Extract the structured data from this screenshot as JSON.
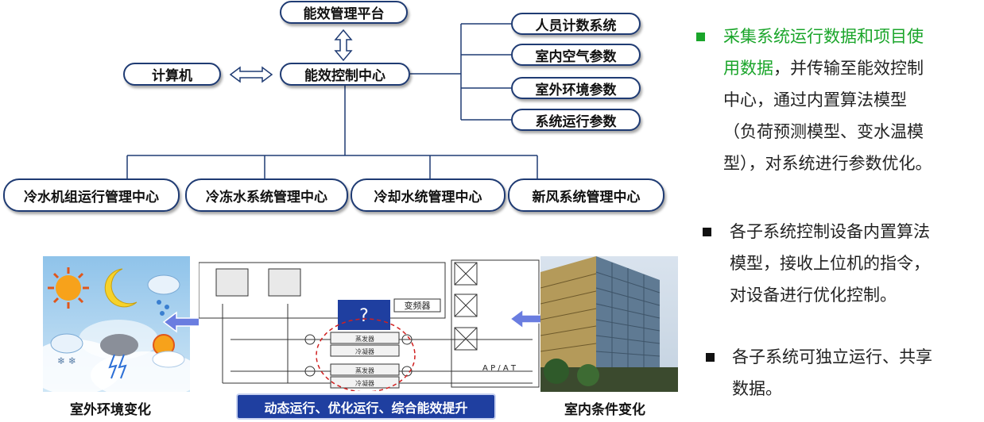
{
  "top_node": "能效管理平台",
  "center_node": "能效控制中心",
  "computer_node": "计算机",
  "inputs": [
    "人员计数系统",
    "室内空气参数",
    "室外环境参数",
    "系统运行参数"
  ],
  "sub_centers": [
    "冷水机组运行管理中心",
    "冷冻水系统管理中心",
    "冷却水统管理中心",
    "新风系统管理中心"
  ],
  "left_caption": "室外环境变化",
  "right_caption": "室内条件变化",
  "banner": "动态运行、优化运行、综合能效提升",
  "schematic": {
    "question": "?",
    "label_box": "变频器",
    "ap_label": "A P / A T",
    "unit_labels": [
      "蒸发器",
      "冷凝器",
      "蒸发器",
      "冷凝器"
    ]
  },
  "bullets": [
    {
      "highlight": "采集系统运行数据和项目使",
      "highlight2": "用数据",
      "rest1": "，并传输至能效控制",
      "lines": [
        "中心，通过内置算法模型",
        "（负荷预测模型、变水温模",
        "型），对系统进行参数优化。"
      ]
    },
    {
      "lines": [
        "各子系统控制设备内置算法",
        "模型，接收上位机的指令，",
        "对设备进行优化控制。"
      ]
    },
    {
      "lines": [
        "各子系统可独立运行、共享",
        "数据。"
      ]
    }
  ],
  "colors": {
    "accent_green": "#1aa52a",
    "node_border": "#1f3b73",
    "banner_bg": "#1f3fa0"
  }
}
